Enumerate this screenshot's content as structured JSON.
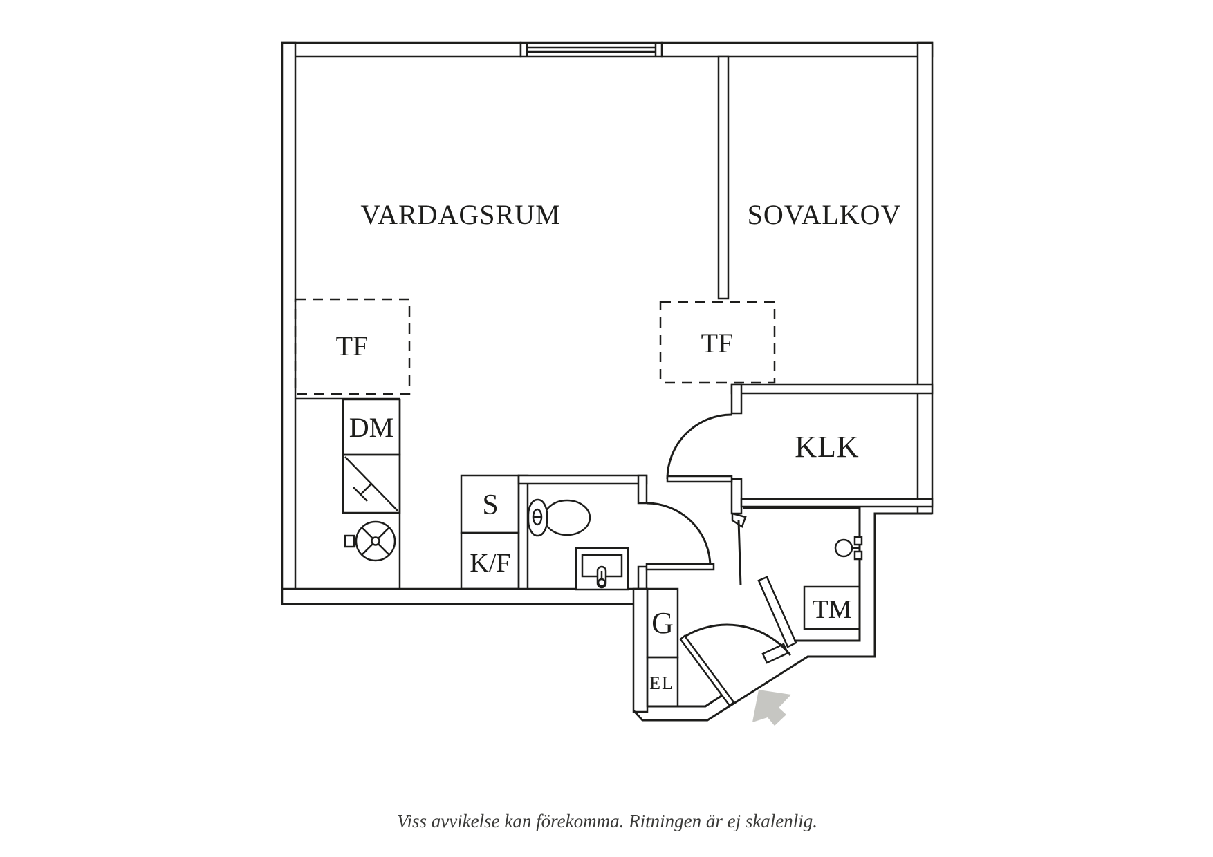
{
  "plan": {
    "rooms": [
      {
        "id": "vardagsrum",
        "label": "VARDAGSRUM"
      },
      {
        "id": "sovalkov",
        "label": "SOVALKOV"
      },
      {
        "id": "klk",
        "label": "KLK"
      }
    ],
    "features": {
      "tf_left": "TF",
      "tf_right": "TF",
      "dishwasher": "DM",
      "sink_unit": "S",
      "fridge_freezer": "K/F",
      "wardrobe": "G",
      "electrical_cabinet": "EL",
      "washing_machine": "TM"
    },
    "caption": "Viss avvikelse kan förekomma. Ritningen är ej skalenlig.",
    "colors": {
      "line": "#1d1d1b",
      "background": "#ffffff",
      "arrow_fill": "#c6c6c2",
      "caption_text": "#3a3a38"
    }
  }
}
